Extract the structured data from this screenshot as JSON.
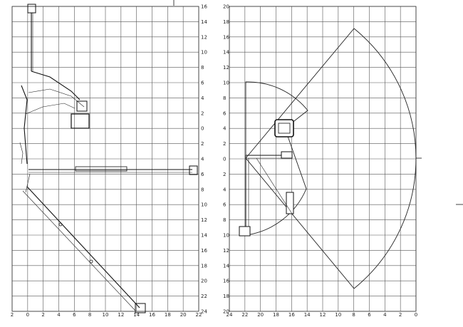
{
  "left_panel": {
    "title": "",
    "x_ticks": [
      "2",
      "0",
      "2",
      "4",
      "6",
      "8",
      "10",
      "12",
      "14",
      "16",
      "18",
      "20",
      "22"
    ],
    "y_ticks": [
      "16",
      "14",
      "12",
      "10",
      "8",
      "6",
      "4",
      "2",
      "0",
      "2",
      "4",
      "6",
      "8",
      "10",
      "12",
      "14",
      "16",
      "18",
      "20",
      "22",
      "24"
    ]
  },
  "right_panel": {
    "title": "",
    "x_ticks": [
      "24",
      "22",
      "20",
      "18",
      "16",
      "14",
      "12",
      "10",
      "8",
      "6",
      "4",
      "2",
      "0"
    ],
    "y_ticks": [
      "20",
      "18",
      "16",
      "14",
      "12",
      "10",
      "8",
      "6",
      "4",
      "2",
      "0",
      "2",
      "4",
      "6",
      "8",
      "10",
      "12",
      "14",
      "16",
      "18",
      "20"
    ]
  },
  "colors": {
    "grid": "#555555",
    "line": "#111111",
    "background": "#ffffff"
  }
}
